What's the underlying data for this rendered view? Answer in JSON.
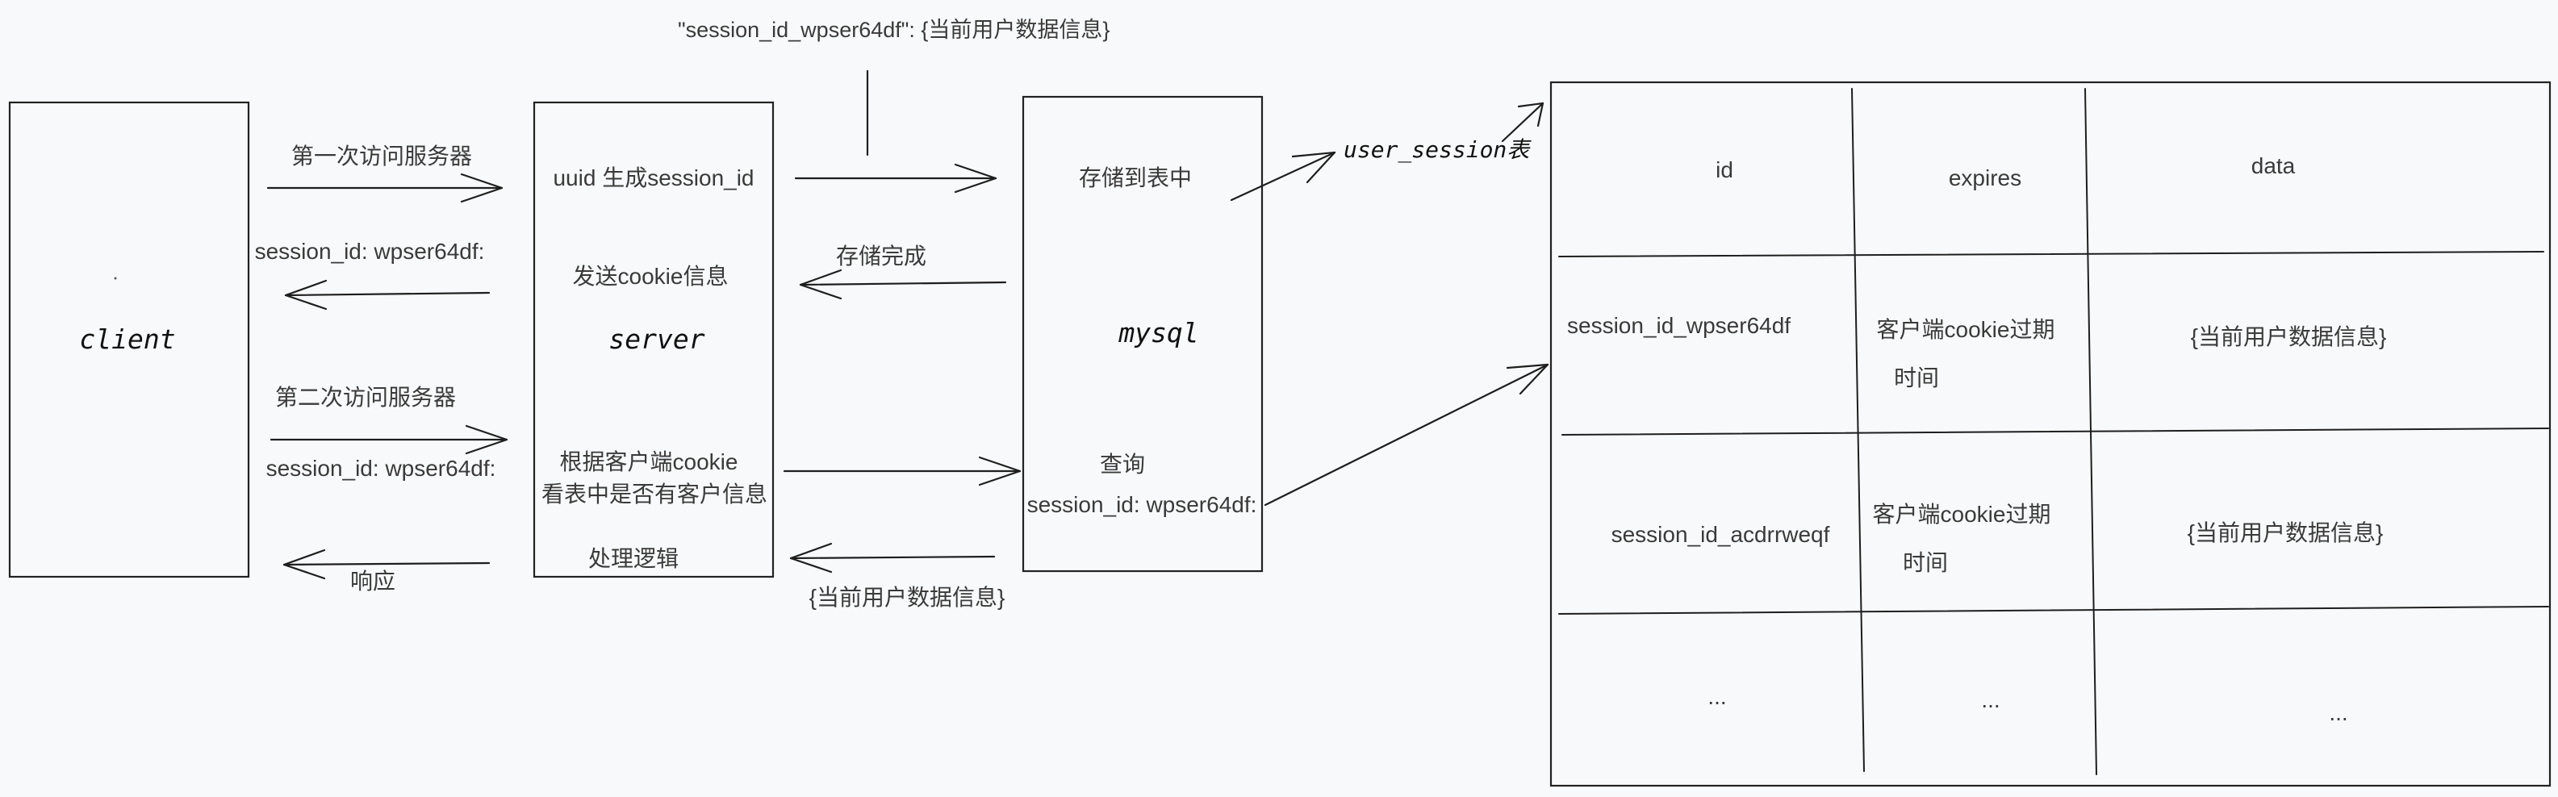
{
  "top_note": "\"session_id_wpser64df\": {当前用户数据信息}",
  "client": {
    "name": "client"
  },
  "server": {
    "name": "server",
    "generate_label": "uuid 生成session_id",
    "send_cookie_label": "发送cookie信息",
    "lookup_line1": "根据客户端cookie",
    "lookup_line2": "看表中是否有客户信息",
    "process_label": "处理逻辑"
  },
  "mysql": {
    "name": "mysql",
    "store_label": "存储到表中",
    "query_label": "查询",
    "query_session": "session_id: wpser64df:"
  },
  "arrows": {
    "first_visit": "第一次访问服务器",
    "return_session": "session_id: wpser64df:",
    "second_visit": "第二次访问服务器",
    "second_session": "session_id: wpser64df:",
    "response": "响应",
    "store_done": "存储完成",
    "data_return": "{当前用户数据信息}"
  },
  "table": {
    "name": "user_session表",
    "headers": [
      "id",
      "expires",
      "data"
    ],
    "rows": [
      {
        "id": "session_id_wpser64df",
        "expires_line1": "客户端cookie过期",
        "expires_line2": "时间",
        "data": "{当前用户数据信息}"
      },
      {
        "id": "session_id_acdrrweqf",
        "expires_line1": "客户端cookie过期",
        "expires_line2": "时间",
        "data": "{当前用户数据信息}"
      },
      {
        "id": "...",
        "expires_line1": "...",
        "expires_line2": "",
        "data": "..."
      }
    ]
  }
}
